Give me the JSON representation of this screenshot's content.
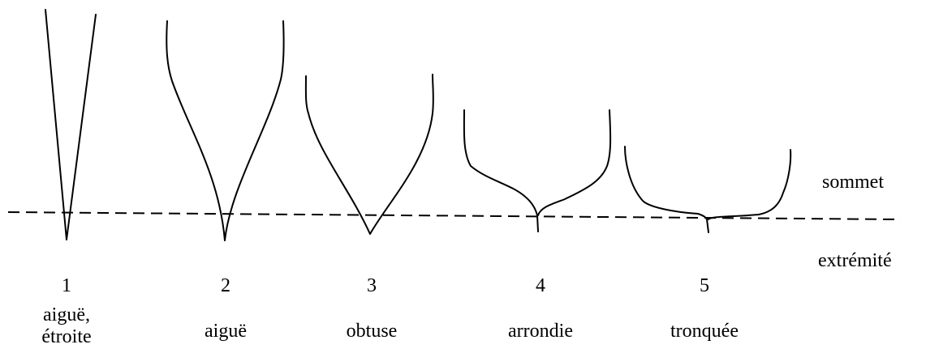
{
  "side_labels": {
    "sommet": "sommet",
    "extremite": "extrémité"
  },
  "shapes": [
    {
      "number": "1",
      "name_line1": "aiguë,",
      "name_line2": "étroite"
    },
    {
      "number": "2",
      "name_line1": "aiguë"
    },
    {
      "number": "3",
      "name_line1": "obtuse"
    },
    {
      "number": "4",
      "name_line1": "arrondie"
    },
    {
      "number": "5",
      "name_line1": "tronquée"
    }
  ]
}
